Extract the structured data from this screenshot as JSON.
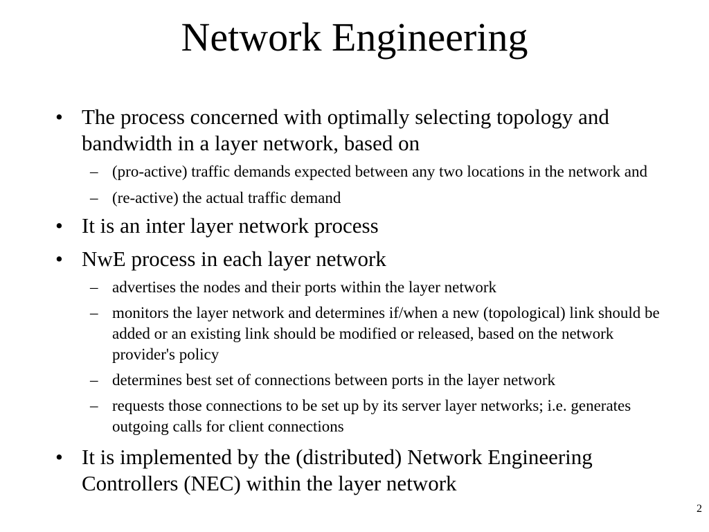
{
  "slide": {
    "title": "Network Engineering",
    "page_number": "2",
    "bullets": [
      "The process concerned with optimally selecting  topology and bandwidth in a layer network, based on",
      "(pro-active) traffic demands expected between any two locations in the network and",
      "(re-active) the actual traffic demand",
      "It is an inter layer network process",
      "NwE process in each layer network",
      "advertises the nodes and their ports within the layer network",
      "monitors the layer network and determines if/when a new (topological) link should be added or an existing link should be modified or released, based on the network provider's policy",
      "determines best set of connections between ports in the layer network",
      "requests those connections to be set up by its server layer networks; i.e. generates outgoing calls for client connections",
      "It is implemented by the (distributed) Network Engineering Controllers (NEC) within the layer network"
    ],
    "bullet_symbol": "•",
    "sub_bullet_symbol": "–"
  }
}
